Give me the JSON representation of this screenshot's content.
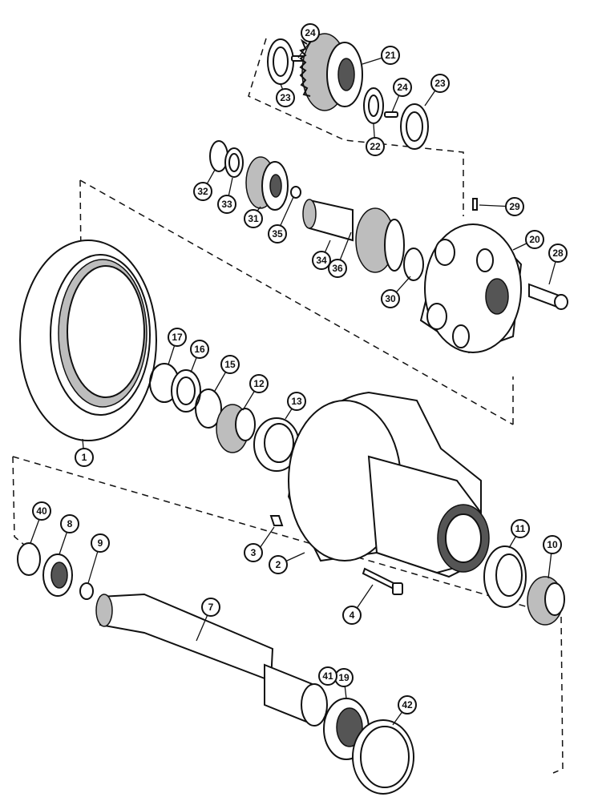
{
  "callouts": [
    {
      "id": "c1",
      "label": "1"
    },
    {
      "id": "c2",
      "label": "2"
    },
    {
      "id": "c3",
      "label": "3"
    },
    {
      "id": "c4",
      "label": "4"
    },
    {
      "id": "c7",
      "label": "7"
    },
    {
      "id": "c8",
      "label": "8"
    },
    {
      "id": "c9",
      "label": "9"
    },
    {
      "id": "c10",
      "label": "10"
    },
    {
      "id": "c11",
      "label": "11"
    },
    {
      "id": "c12",
      "label": "12"
    },
    {
      "id": "c13",
      "label": "13"
    },
    {
      "id": "c15",
      "label": "15"
    },
    {
      "id": "c16",
      "label": "16"
    },
    {
      "id": "c17",
      "label": "17"
    },
    {
      "id": "c19",
      "label": "19"
    },
    {
      "id": "c20",
      "label": "20"
    },
    {
      "id": "c21",
      "label": "21"
    },
    {
      "id": "c22",
      "label": "22"
    },
    {
      "id": "c23a",
      "label": "23"
    },
    {
      "id": "c23b",
      "label": "23"
    },
    {
      "id": "c24a",
      "label": "24"
    },
    {
      "id": "c24b",
      "label": "24"
    },
    {
      "id": "c28",
      "label": "28"
    },
    {
      "id": "c29",
      "label": "29"
    },
    {
      "id": "c30",
      "label": "30"
    },
    {
      "id": "c31",
      "label": "31"
    },
    {
      "id": "c32",
      "label": "32"
    },
    {
      "id": "c33",
      "label": "33"
    },
    {
      "id": "c34",
      "label": "34"
    },
    {
      "id": "c35",
      "label": "35"
    },
    {
      "id": "c36",
      "label": "36"
    },
    {
      "id": "c40",
      "label": "40"
    },
    {
      "id": "c41",
      "label": "41"
    },
    {
      "id": "c42",
      "label": "42"
    }
  ]
}
